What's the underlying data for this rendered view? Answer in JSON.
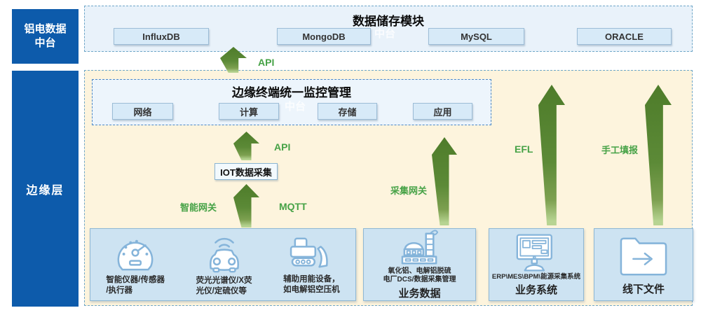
{
  "colors": {
    "sidebar_blue": "#0d5bab",
    "arrow_green": "#5c8a37",
    "label_green": "#46a246",
    "edge_background": "#fdf4dd",
    "storage_background": "#e9f2fa",
    "box_blue": "#cde3f2"
  },
  "watermark": "中台",
  "sidebar": {
    "top_line1": "铝电数据",
    "top_line2": "中台",
    "bottom": "边缘层"
  },
  "storage": {
    "title": "数据储存模块",
    "databases": [
      "InfluxDB",
      "MongoDB",
      "MySQL",
      "ORACLE"
    ]
  },
  "monitoring": {
    "title": "边缘终端统一监控管理",
    "items": [
      "网络",
      "计算",
      "存储",
      "应用"
    ]
  },
  "iot": {
    "label": "IOT数据采集"
  },
  "arrows": {
    "api_top": "API",
    "api_mid": "API",
    "mqtt": "MQTT",
    "smart_gateway": "智能网关",
    "collect_gateway": "采集网关",
    "efl": "EFL",
    "manual": "手工填报"
  },
  "sources": {
    "devices": {
      "items": [
        {
          "icon": "gauge-icon",
          "line1": "智能仪器/传感器",
          "line2": "/执行器"
        },
        {
          "icon": "car-wifi-icon",
          "line1": "荧光光谱仪/X荧",
          "line2": "光仪/定硫仪等"
        },
        {
          "icon": "bulldozer-icon",
          "line1": "辅助用能设备，",
          "line2": "如电解铝空压机"
        }
      ]
    },
    "business_data": {
      "icon": "factory-icon",
      "line1": "氧化铝、电解铝脱硫",
      "line2": "电厂DCS/数据采集管理",
      "title": "业务数据"
    },
    "business_system": {
      "icon": "computer-icon",
      "line1": "ERP\\MES\\BPM\\能源采集系统",
      "title": "业务系统"
    },
    "offline_files": {
      "icon": "folder-arrow-icon",
      "title": "线下文件"
    }
  }
}
